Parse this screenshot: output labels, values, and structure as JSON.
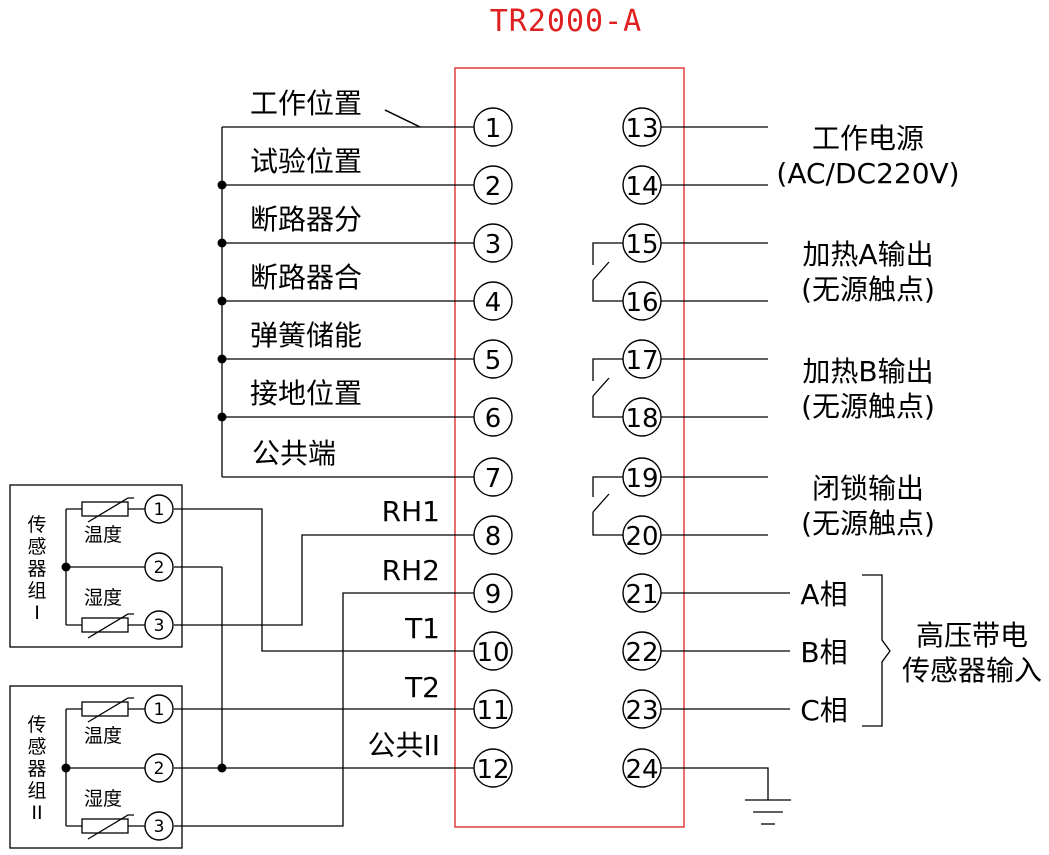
{
  "title": "TR2000-A",
  "left_labels": {
    "work_position": "工作位置",
    "test_position": "试验位置",
    "breaker_open": "断路器分",
    "breaker_close": "断路器合",
    "spring_charged": "弹簧储能",
    "ground_position": "接地位置",
    "common": "公共端",
    "rh1": "RH1",
    "rh2": "RH2",
    "t1": "T1",
    "t2": "T2",
    "common2": "公共II"
  },
  "terminals_left": [
    "1",
    "2",
    "3",
    "4",
    "5",
    "6",
    "7",
    "8",
    "9",
    "10",
    "11",
    "12"
  ],
  "terminals_right": [
    "13",
    "14",
    "15",
    "16",
    "17",
    "18",
    "19",
    "20",
    "21",
    "22",
    "23",
    "24"
  ],
  "right_labels": {
    "power_line1": "工作电源",
    "power_line2": "(AC/DC220V)",
    "heat_a_line1": "加热A输出",
    "heat_a_line2": "(无源触点)",
    "heat_b_line1": "加热B输出",
    "heat_b_line2": "(无源触点)",
    "lock_line1": "闭锁输出",
    "lock_line2": "(无源触点)",
    "phase_a": "A相",
    "phase_b": "B相",
    "phase_c": "C相",
    "hv_line1": "高压带电",
    "hv_line2": "传感器输入"
  },
  "sensor_group_1": {
    "title_chars": [
      "传",
      "感",
      "器",
      "组",
      "I"
    ],
    "temp": "温度",
    "humidity": "湿度",
    "pins": [
      "1",
      "2",
      "3"
    ]
  },
  "sensor_group_2": {
    "title_chars": [
      "传",
      "感",
      "器",
      "组",
      "II"
    ],
    "temp": "温度",
    "humidity": "湿度",
    "pins": [
      "1",
      "2",
      "3"
    ]
  }
}
